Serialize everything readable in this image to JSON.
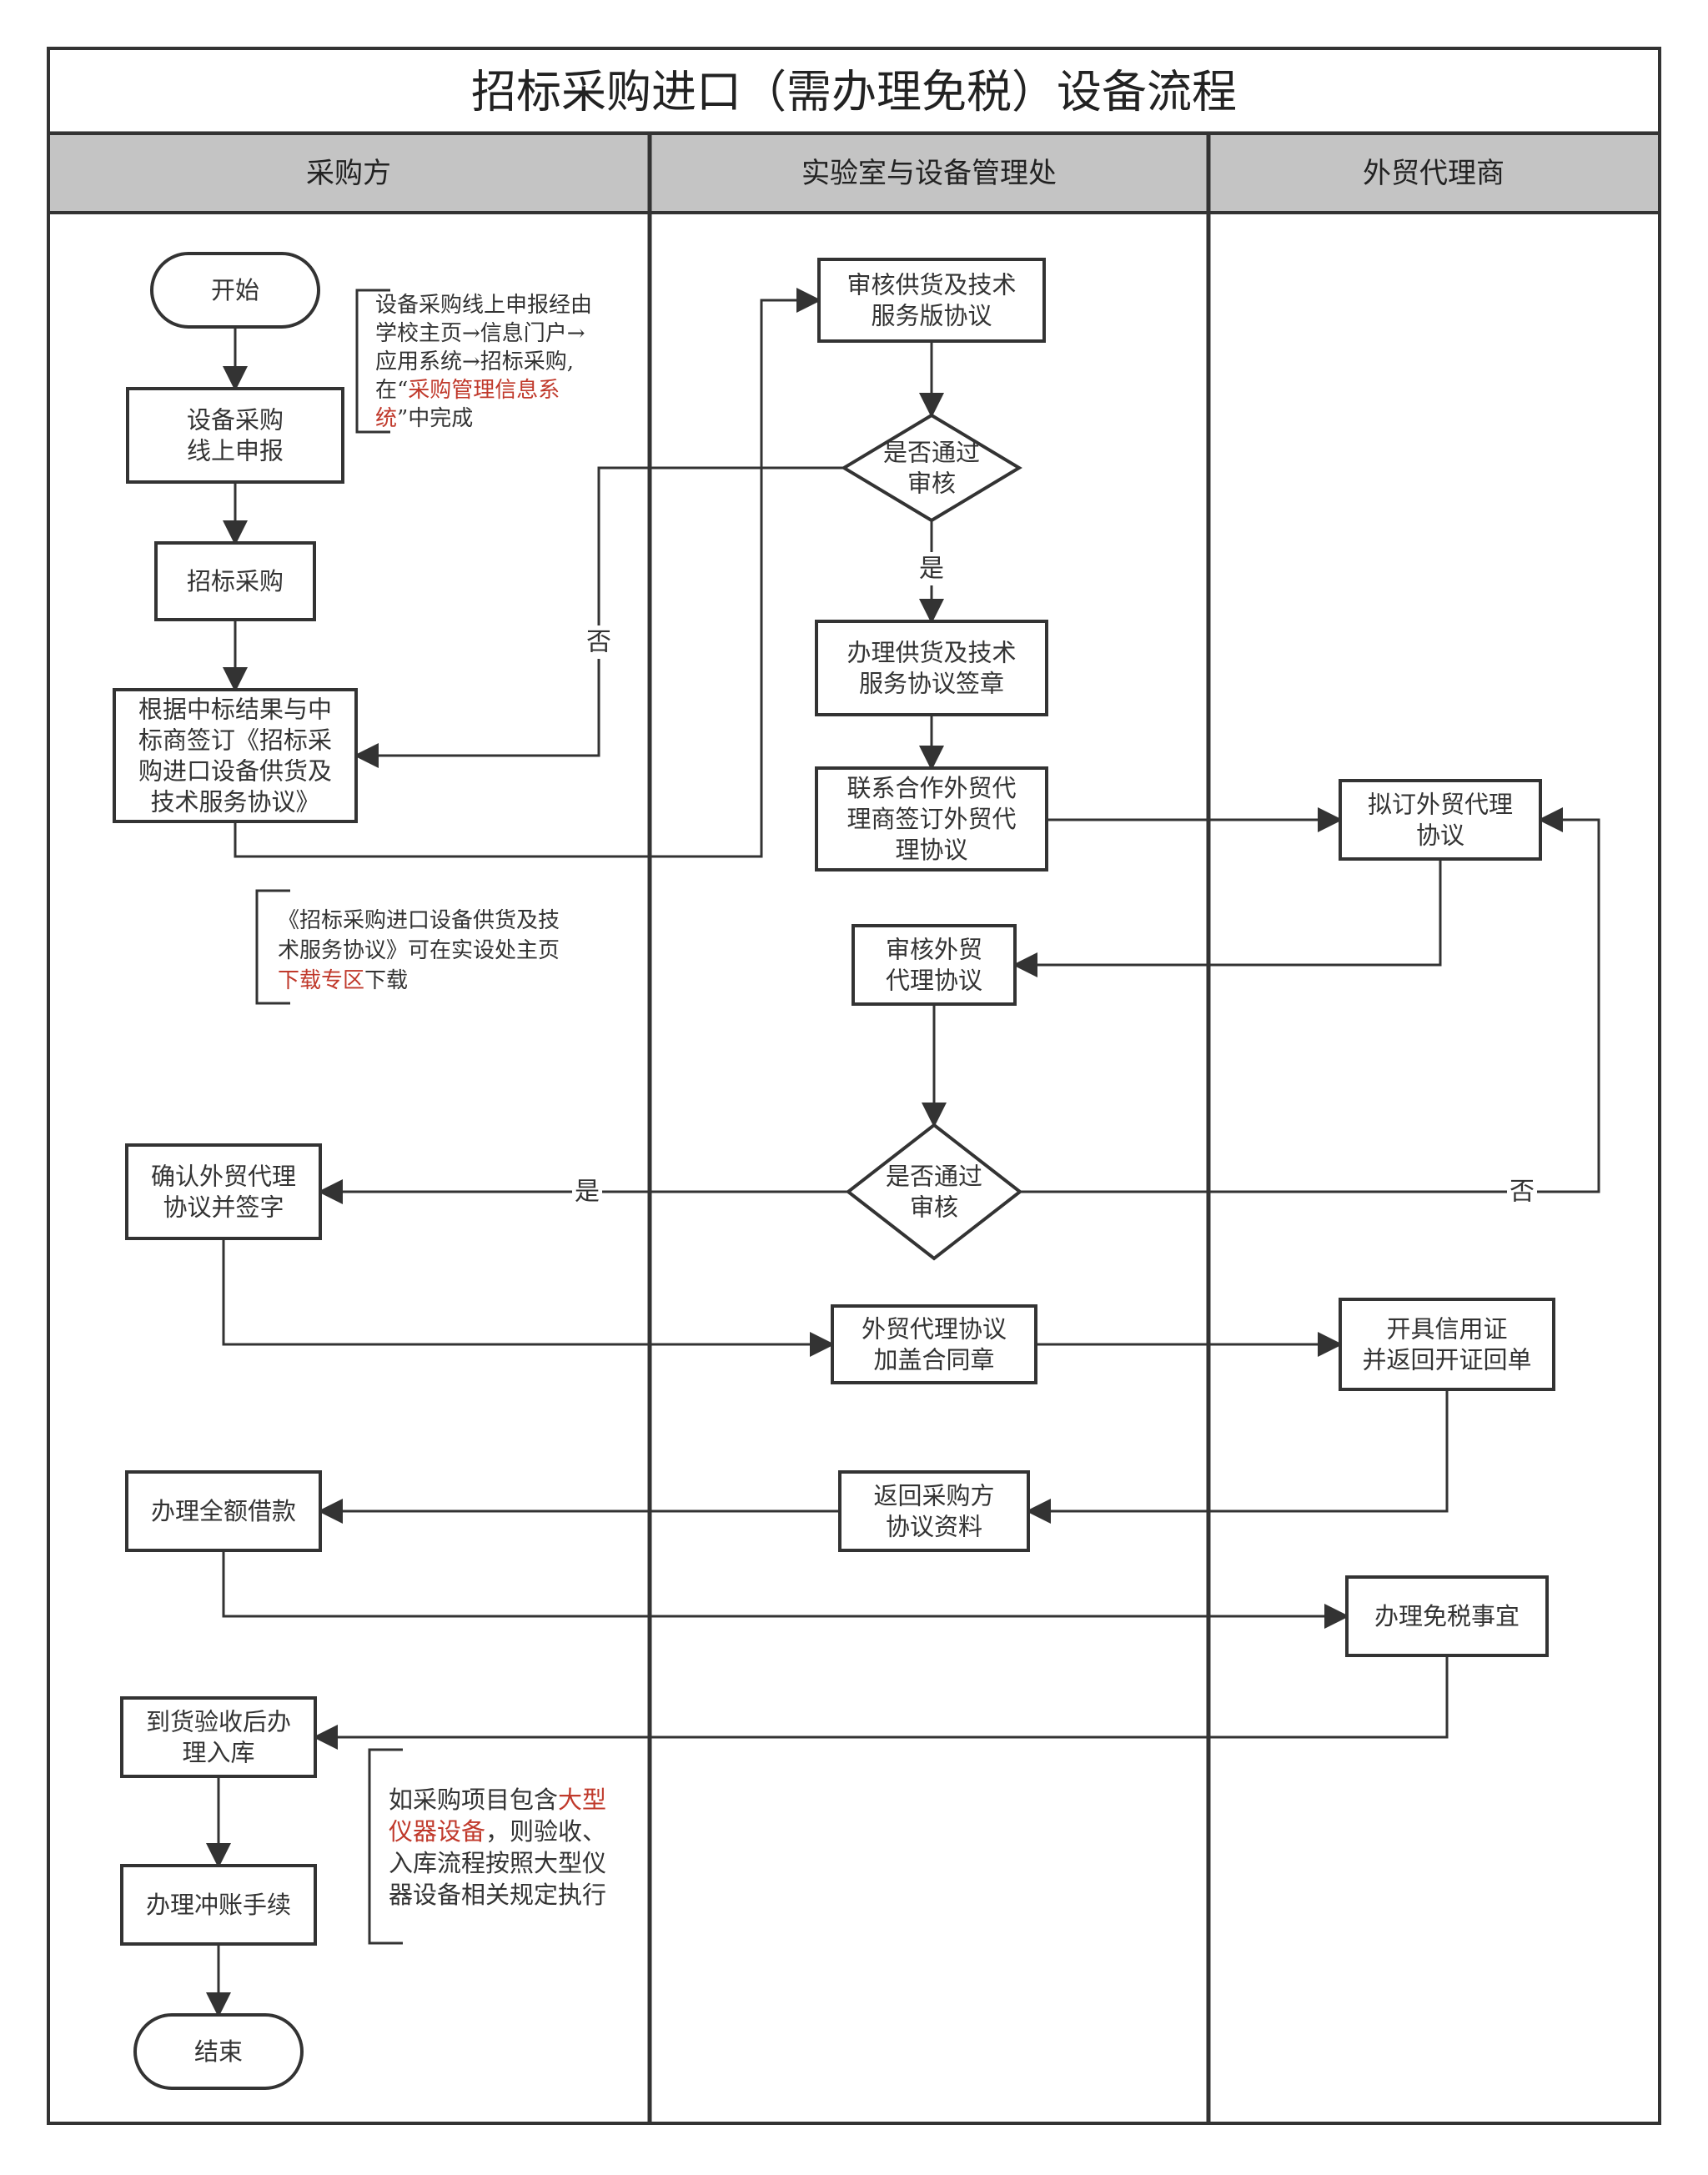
{
  "title": "招标采购进口（需办理免税）设备流程",
  "lanes": [
    "采购方",
    "实验室与设备管理处",
    "外贸代理商"
  ],
  "nodes": {
    "start": [
      "开始"
    ],
    "apply_online": [
      "设备采购",
      "线上申报"
    ],
    "tender": [
      "招标采购"
    ],
    "sign_contract": [
      "根据中标结果与中",
      "标商签订《招标采",
      "购进口设备供货及",
      "技术服务协议》"
    ],
    "review_supply": [
      "审核供货及技术",
      "服务版协议"
    ],
    "decision1": [
      "是否通过",
      "审核"
    ],
    "seal_supply": [
      "办理供货及技术",
      "服务协议签章"
    ],
    "contact_agent": [
      "联系合作外贸代",
      "理商签订外贸代",
      "理协议"
    ],
    "draft_agent": [
      "拟订外贸代理",
      "协议"
    ],
    "review_agent": [
      "审核外贸",
      "代理协议"
    ],
    "decision2": [
      "是否通过",
      "审核"
    ],
    "confirm_agent": [
      "确认外贸代理",
      "协议并签字"
    ],
    "seal_agent": [
      "外贸代理协议",
      "加盖合同章"
    ],
    "letter_credit": [
      "开具信用证",
      "并返回开证回单"
    ],
    "return_docs": [
      "返回采购方",
      "协议资料"
    ],
    "loan": [
      "办理全额借款"
    ],
    "tax_exempt": [
      "办理免税事宜"
    ],
    "warehouse": [
      "到货验收后办",
      "理入库"
    ],
    "offset": [
      "办理冲账手续"
    ],
    "end": [
      "结束"
    ]
  },
  "edge_labels": {
    "d1_yes": "是",
    "d1_no": "否",
    "d2_yes": "是",
    "d2_no": "否"
  },
  "notes": {
    "note1": [
      [
        {
          "t": "设备采购线上申报经由"
        }
      ],
      [
        {
          "t": "学校主页→信息门户→"
        }
      ],
      [
        {
          "t": "应用系统→招标采购,"
        }
      ],
      [
        {
          "t": "在“"
        },
        {
          "t": "采购管理信息系",
          "red": true
        }
      ],
      [
        {
          "t": "统",
          "red": true
        },
        {
          "t": "”中完成"
        }
      ]
    ],
    "note2": [
      [
        {
          "t": "《招标采购进口设备供货及技"
        }
      ],
      [
        {
          "t": "术服务协议》可在实设处主页"
        }
      ],
      [
        {
          "t": "下载专区",
          "red": true
        },
        {
          "t": "下载"
        }
      ]
    ],
    "note3": [
      [
        {
          "t": "如采购项目包含"
        },
        {
          "t": "大型",
          "red": true
        }
      ],
      [
        {
          "t": "仪器设备",
          "red": true
        },
        {
          "t": "，则验收、"
        }
      ],
      [
        {
          "t": "入库流程按照大型仪"
        }
      ],
      [
        {
          "t": "器设备相关规定执行"
        }
      ]
    ]
  },
  "colors": {
    "line": "#333333",
    "lane_header": "#c4c4c4",
    "highlight": "#c0392b",
    "text": "#333333"
  }
}
